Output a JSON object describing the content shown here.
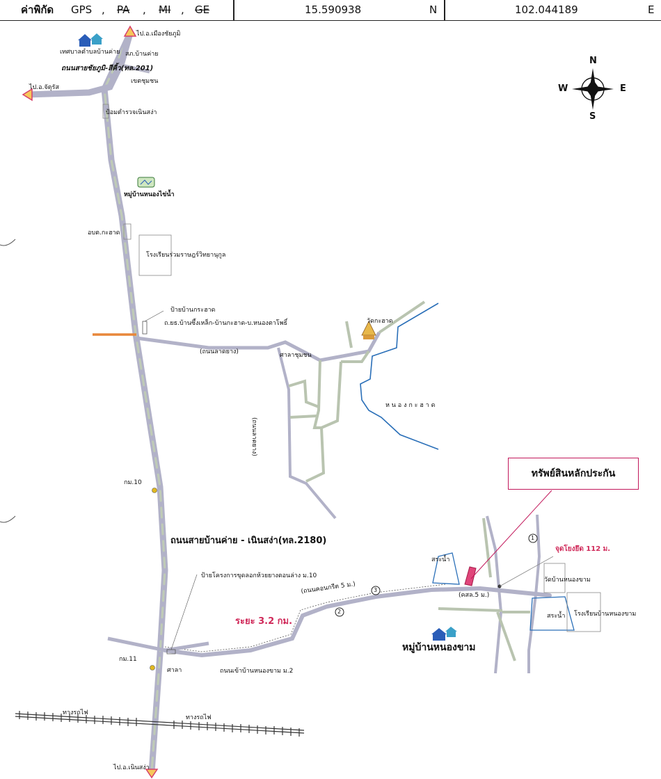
{
  "gps": {
    "label": "ค่าพิกัด",
    "gps": "GPS",
    "pa": "PA",
    "mi": "MI",
    "ge": "GE",
    "sep": ",",
    "lat": "15.590938",
    "lat_dir": "N",
    "lon": "102.044189",
    "lon_dir": "E"
  },
  "compass": {
    "n": "N",
    "s": "S",
    "e": "E",
    "w": "W"
  },
  "labels": {
    "to_chaiyaphum": "ไป.อ.เมืองชัยภูมิ",
    "municipality": "เทศบาลตำบลบ้านค่าย",
    "police_office": "สภ.บ้านค่าย",
    "highway_201": "ถนนสายชัยภูมิ-สีคิ้ว(ทล.201)",
    "to_chatturat": "ไป.อ.จัตุรัส",
    "community_zone": "เขตชุมชน",
    "police_box": "ป้อมตำรวจเนินสง่า",
    "village_nongkhainam": "หมู่บ้านหนองไข่น้ำ",
    "sao_kasat": "อบต.กะฮาด",
    "school_ratrit": "โรงเรียนร่วมราษฎร์วิทยานุกูล",
    "sign_kasat": "ป้ายบ้านกระฮาด",
    "road_kasat_full": "ถ.ยธ.บ้านซึ้งเหล็ก-บ้านกะฮาด-บ.หนองตาโพธิ์",
    "road_latyang": "(ถนนลาดยาง)",
    "sala_community": "ศาลาชุมชน",
    "wat_kasat": "วัดกะฮาด",
    "pond_kasat": "ห น อ ง ก ะ ฮ า ด",
    "road_latyang_vert": "(ถนนลาดยาง)",
    "km10": "กม.10",
    "road_2180": "ถนนสายบ้านค่าย - เนินสง่า(ทล.2180)",
    "sign_project": "ป้ายโครงการขุดลอกห้วยยางตอนล่าง ม.10",
    "road_concrete5": "(ถนนคอนกรีต 5 ม.)",
    "distance": "ระยะ 3.2 กม.",
    "km11": "กม.11",
    "sala": "ศาลา",
    "road_nongkham": "ถนนเข้าบ้านหนองขาม ม.2",
    "railway_1": "ทางรถไฟ",
    "railway_2": "ทางรถไฟ",
    "to_noensa_nga": "ไป.อ.เนินสง่า",
    "collateral": "ทรัพย์สินหลักประกัน",
    "reservoir_1": "สระน้ำ",
    "reservoir_2": "สระน้ำ",
    "road_ks5": "(คสล.5 ม.)",
    "distance_112": "จุดโยงยึด 112 ม.",
    "wat_nongkham": "วัดบ้านหนองขาม",
    "school_nongkham": "โรงเรียนบ้านหนองขาม",
    "village_nongkham": "หมู่บ้านหนองขาม",
    "circle_1": "1",
    "circle_2": "2",
    "circle_3": "3"
  },
  "colors": {
    "road": "#a8a8bf",
    "road_tint": "#b9c4b0",
    "water": "#2a6fb8",
    "marker": "#e0457a",
    "orange_road": "#e8873a",
    "arrow_fill": "#f6c75a",
    "arrow_stroke": "#d7406b",
    "km_marker": "#e0b820"
  }
}
